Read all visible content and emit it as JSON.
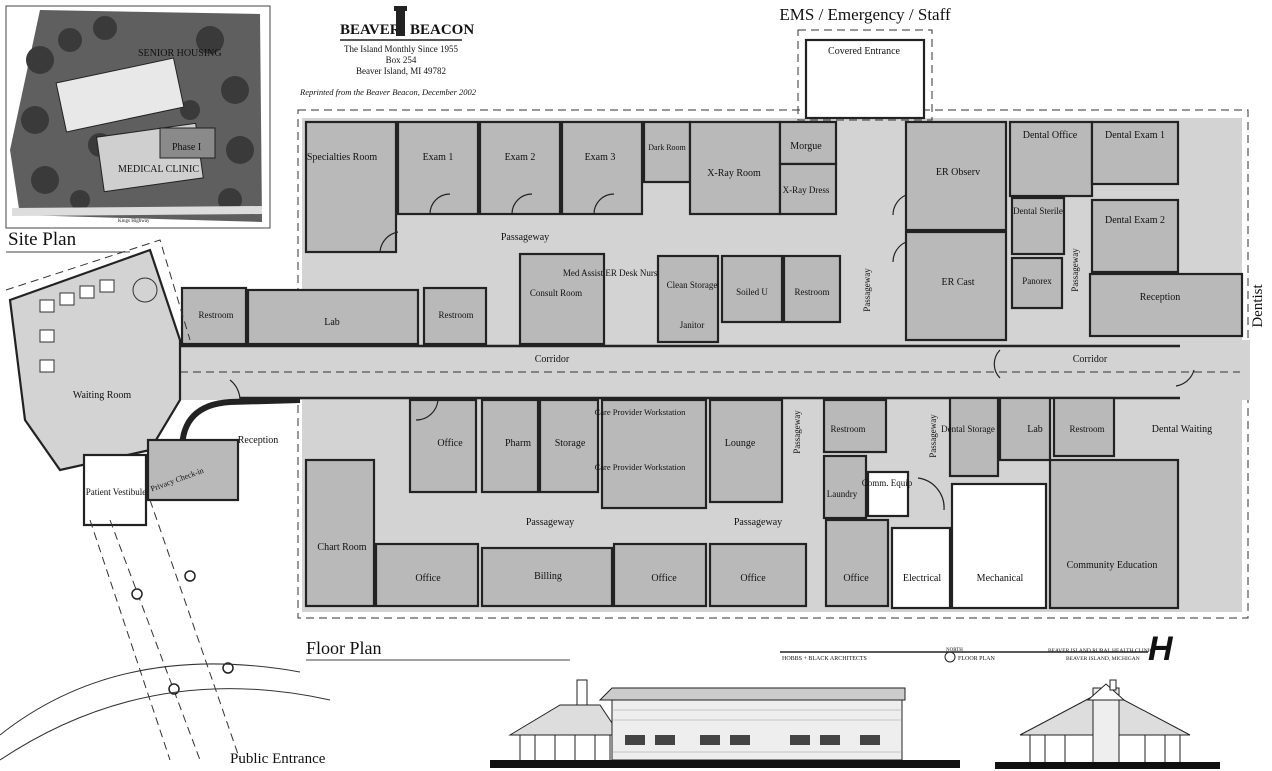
{
  "header": {
    "section_top": "EMS / Emergency / Staff",
    "side_right": "Dentist",
    "bottom_entrance": "Public Entrance"
  },
  "masthead": {
    "name_left": "BEAVER",
    "name_right": "BEACON",
    "line1": "The Island Monthly Since 1955",
    "line2": "Box 254",
    "line3": "Beaver Island, MI 49782",
    "reprint": "Reprinted from the Beaver Beacon, December 2002"
  },
  "site_plan": {
    "caption": "Site Plan",
    "labels": [
      "SENIOR HOUSING",
      "Phase I",
      "MEDICAL CLINIC",
      "Kings Highway"
    ]
  },
  "floor_plan": {
    "caption": "Floor Plan",
    "rooms": {
      "covered_entrance": "Covered Entrance",
      "specialties": "Specialties Room",
      "exam1": "Exam 1",
      "exam2": "Exam 2",
      "exam3": "Exam 3",
      "dark_room": "Dark Room",
      "xray_room": "X-Ray Room",
      "morgue": "Morgue",
      "xray_dress": "X-Ray Dress",
      "er_observ": "ER Observ",
      "dental_office": "Dental Office",
      "dental_exam1": "Dental Exam 1",
      "dental_sterile": "Dental Sterile",
      "dental_exam2": "Dental Exam 2",
      "er_cast": "ER Cast",
      "panorex": "Panorex",
      "reception_dental": "Reception",
      "passageway_top": "Passageway",
      "consult": "Consult Room",
      "med_assist": "Med Assist ER Desk Nurse Station",
      "clean_storage": "Clean Storage",
      "soiled_u": "Soiled U",
      "restroom_mid": "Restroom",
      "janitor": "Janitor",
      "passageway_vert1": "Passageway",
      "passageway_vert_dental": "Passageway",
      "restroom_left1": "Restroom",
      "lab_left": "Lab",
      "restroom_left2": "Restroom",
      "corridor_main": "Corridor",
      "corridor_right": "Corridor",
      "waiting_room": "Waiting Room",
      "reception_main": "Reception",
      "patient_vestibule": "Patient Vestibule",
      "privacy_checkin": "Privacy Check-in",
      "office1": "Office",
      "pharm": "Pharm",
      "storage": "Storage",
      "care_provider1": "Care Provider Workstation",
      "care_provider2": "Care Provider Workstation",
      "lounge": "Lounge",
      "passageway_vert2": "Passageway",
      "restroom_low": "Restroom",
      "passageway_vert3": "Passageway",
      "dental_storage": "Dental Storage",
      "lab_right": "Lab",
      "restroom_right": "Restroom",
      "dental_waiting": "Dental Waiting",
      "laundry": "Laundry",
      "comm_equip": "Comm. Equip",
      "chart_room": "Chart Room",
      "passageway_low1": "Passageway",
      "passageway_low2": "Passageway",
      "office2": "Office",
      "billing": "Billing",
      "office3": "Office",
      "office4": "Office",
      "office5": "Office",
      "electrical": "Electrical",
      "mechanical": "Mechanical",
      "community_education": "Community Education"
    },
    "title_block": {
      "firm": "HOBBS + BLACK ARCHITECTS",
      "north": "NORTH",
      "sheet": "FLOOR PLAN",
      "project1": "BEAVER ISLAND RURAL HEALTH CLINIC",
      "project2": "BEAVER ISLAND, MICHIGAN",
      "logo": "H"
    }
  }
}
